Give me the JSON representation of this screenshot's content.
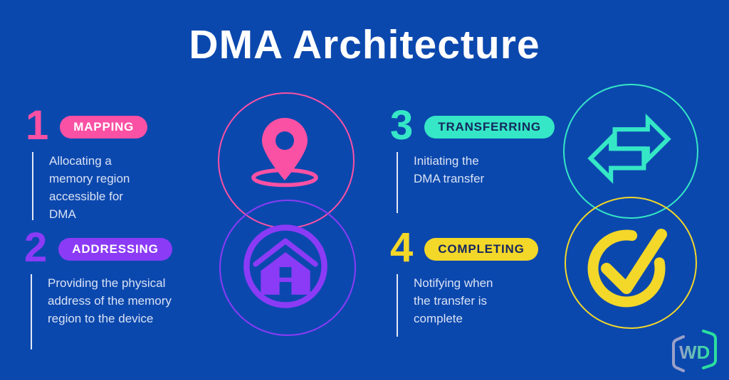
{
  "title": "DMA Architecture",
  "steps": [
    {
      "number": "1",
      "label": "MAPPING",
      "description": "Allocating a memory region accessible for DMA",
      "accent": "#fb51a4",
      "badge_text_color": "#ffffff",
      "icon": "location-pin-icon"
    },
    {
      "number": "2",
      "label": "ADDRESSING",
      "description": "Providing the physical address of the memory region to the device",
      "accent": "#8b3bf6",
      "badge_text_color": "#ffffff",
      "icon": "home-icon"
    },
    {
      "number": "3",
      "label": "TRANSFERRING",
      "description": "Initiating the DMA transfer",
      "accent": "#35e7c6",
      "badge_text_color": "#16275e",
      "icon": "transfer-arrows-icon"
    },
    {
      "number": "4",
      "label": "COMPLETING",
      "description": "Notifying when the transfer is complete",
      "accent": "#f3d729",
      "badge_text_color": "#16275e",
      "icon": "check-circle-icon"
    }
  ],
  "logo": {
    "text": "WD"
  },
  "colors": {
    "background": "#0b48ae",
    "pink": "#fb51a4",
    "purple": "#8b3bf6",
    "teal": "#35e7c6",
    "yellow": "#f3d729",
    "badge_dark_text": "#16275e",
    "description_text": "#d9e2f4",
    "title_text": "#ffffff",
    "logo_gray": "#9aa0c8",
    "logo_green": "#2bdf9f"
  }
}
